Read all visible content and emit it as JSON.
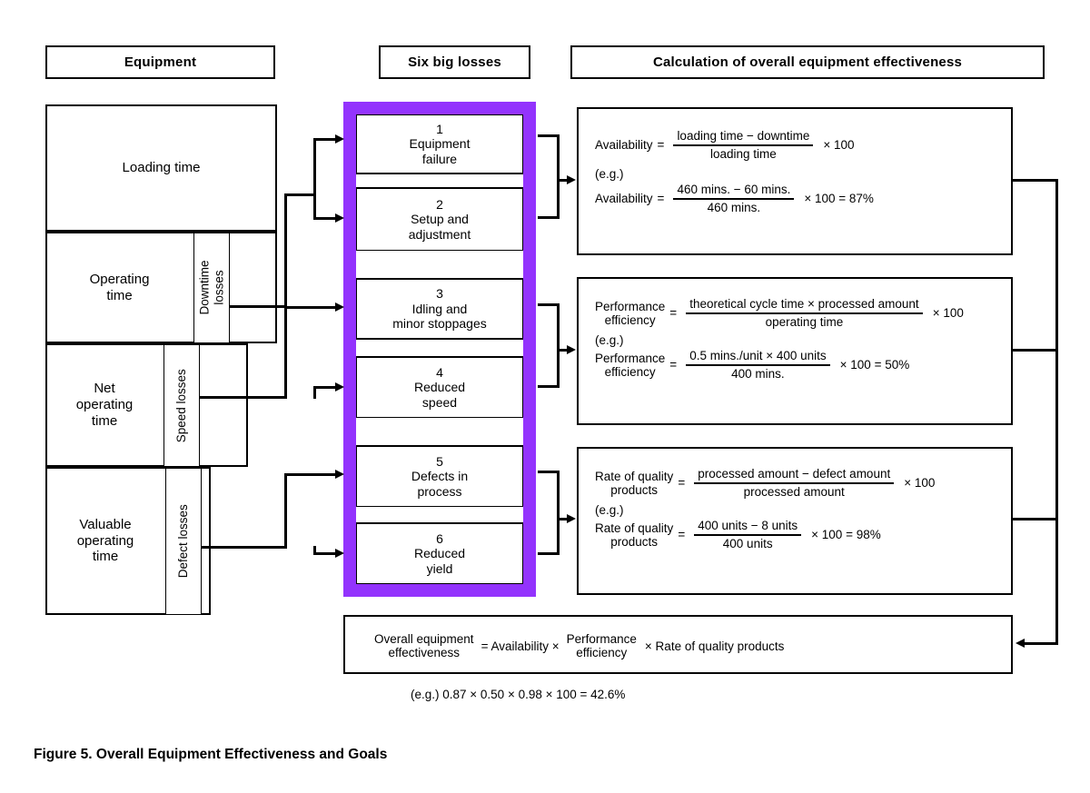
{
  "figure": {
    "caption": "Figure 5.  Overall Equipment Effectiveness and Goals"
  },
  "headers": {
    "equipment": "Equipment",
    "losses": "Six big losses",
    "calculation": "Calculation of overall equipment effectiveness"
  },
  "equipment_column": {
    "rows": [
      {
        "name": "loading-time",
        "label": "Loading time"
      },
      {
        "name": "operating-time",
        "label": "Operating\ntime"
      },
      {
        "name": "net-operating-time",
        "label": "Net\noperating\ntime"
      },
      {
        "name": "valuable-operating-time",
        "label": "Valuable\noperating\ntime"
      }
    ],
    "loss_labels": [
      {
        "name": "downtime-losses",
        "label": "Downtime\nlosses"
      },
      {
        "name": "speed-losses",
        "label": "Speed losses"
      },
      {
        "name": "defect-losses",
        "label": "Defect losses"
      }
    ]
  },
  "six_big_losses": {
    "frame_color": "#9333fd",
    "items": [
      {
        "number": "1",
        "label": "Equipment\nfailure"
      },
      {
        "number": "2",
        "label": "Setup and\nadjustment"
      },
      {
        "number": "3",
        "label": "Idling and\nminor stoppages"
      },
      {
        "number": "4",
        "label": "Reduced\nspeed"
      },
      {
        "number": "5",
        "label": "Defects in\nprocess"
      },
      {
        "number": "6",
        "label": "Reduced\nyield"
      }
    ]
  },
  "formulas": {
    "availability": {
      "name": "Availability",
      "lhs": "Availability",
      "numerator": "loading time − downtime",
      "denominator": "loading time",
      "tail": "× 100",
      "eg_label": "(e.g.)",
      "eg_lhs": "Availability",
      "eg_numerator": "460 mins. − 60 mins.",
      "eg_denominator": "460 mins.",
      "eg_tail": "× 100 = 87%"
    },
    "performance": {
      "name": "Performance efficiency",
      "lhs_line1": "Performance",
      "lhs_line2": "efficiency",
      "numerator": "theoretical cycle time × processed amount",
      "denominator": "operating time",
      "tail": "× 100",
      "eg_label": "(e.g.)",
      "eg_numerator": "0.5 mins./unit × 400 units",
      "eg_denominator": "400 mins.",
      "eg_tail": "× 100 = 50%"
    },
    "quality": {
      "name": "Rate of quality products",
      "lhs_line1": "Rate of quality",
      "lhs_line2": "products",
      "numerator": "processed amount − defect amount",
      "denominator": "processed amount",
      "tail": "× 100",
      "eg_label": "(e.g.)",
      "eg_numerator": "400 units − 8 units",
      "eg_denominator": "400 units",
      "eg_tail": "× 100 = 98%"
    },
    "oee": {
      "lhs_line1": "Overall equipment",
      "lhs_line2": "effectiveness",
      "equals": "= Availability ×",
      "mid_line1": "Performance",
      "mid_line2": "efficiency",
      "tail": "× Rate of quality products",
      "eg": "(e.g.)   0.87 × 0.50 × 0.98 × 100 = 42.6%"
    }
  }
}
